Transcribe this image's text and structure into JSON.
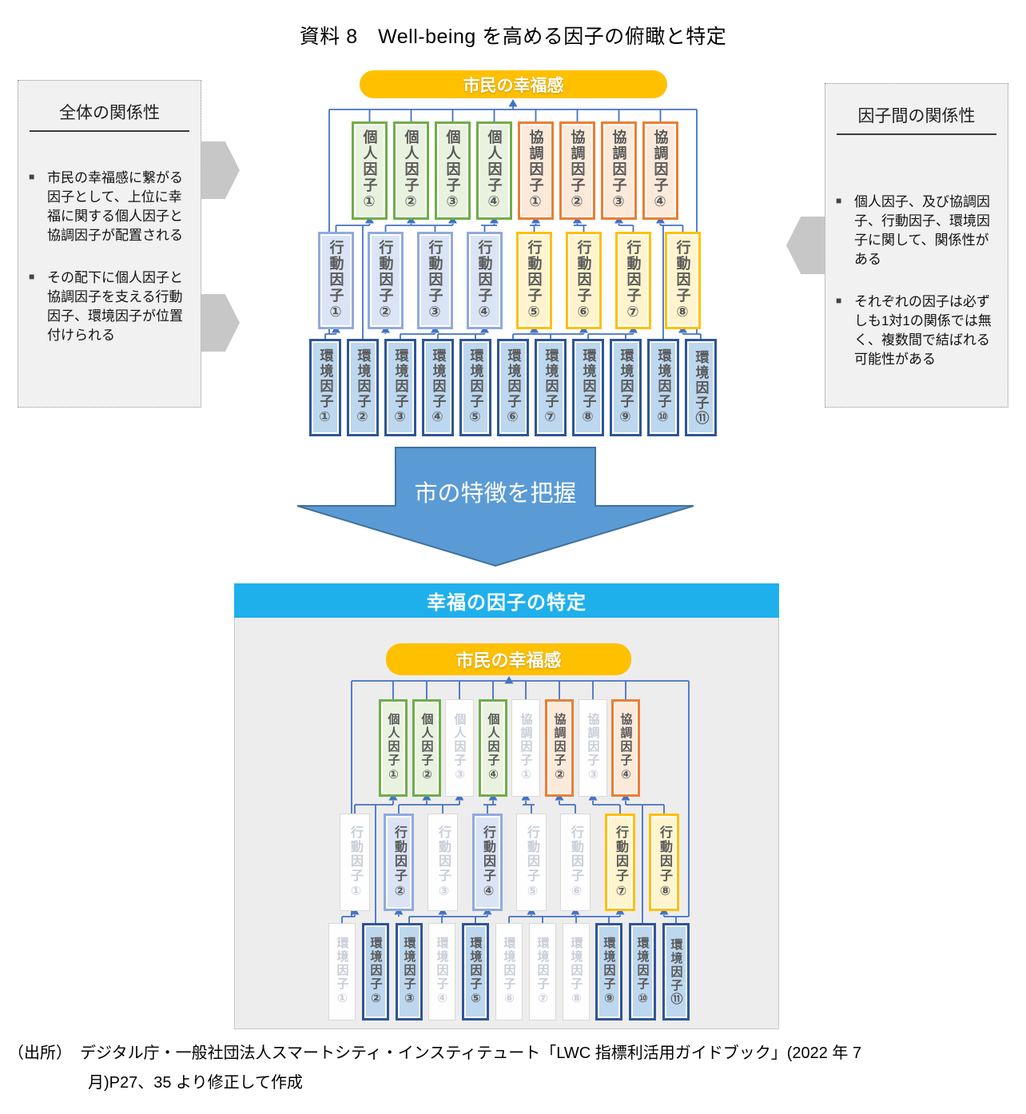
{
  "title": "資料 8　Well-being を高める因子の俯瞰と特定",
  "left_panel": {
    "title": "全体の関係性",
    "bullets": [
      "市民の幸福感に繋がる因子として、上位に幸福に関する個人因子と協調因子が配置される",
      "その配下に個人因子と協調因子を支える行動因子、環境因子が位置付けられる"
    ]
  },
  "right_panel": {
    "title": "因子間の関係性",
    "bullets": [
      "個人因子、及び協調因子、行動因子、環境因子に関して、関係性がある",
      "それぞれの因子は必ずしも1対1の関係では無く、複数間で結ばれる可能性がある"
    ]
  },
  "top_diagram": {
    "root": "市民の幸福感",
    "factor_row": [
      {
        "label": "個人因子①",
        "type": "personal"
      },
      {
        "label": "個人因子②",
        "type": "personal"
      },
      {
        "label": "個人因子③",
        "type": "personal"
      },
      {
        "label": "個人因子④",
        "type": "personal"
      },
      {
        "label": "協調因子①",
        "type": "cooperative"
      },
      {
        "label": "協調因子②",
        "type": "cooperative"
      },
      {
        "label": "協調因子③",
        "type": "cooperative"
      },
      {
        "label": "協調因子④",
        "type": "cooperative"
      }
    ],
    "behavior_row": [
      {
        "label": "行動因子①",
        "type": "behavior-blue"
      },
      {
        "label": "行動因子②",
        "type": "behavior-blue"
      },
      {
        "label": "行動因子③",
        "type": "behavior-blue"
      },
      {
        "label": "行動因子④",
        "type": "behavior-blue"
      },
      {
        "label": "行動因子⑤",
        "type": "behavior-yellow"
      },
      {
        "label": "行動因子⑥",
        "type": "behavior-yellow"
      },
      {
        "label": "行動因子⑦",
        "type": "behavior-yellow"
      },
      {
        "label": "行動因子⑧",
        "type": "behavior-yellow"
      }
    ],
    "environment_row": [
      {
        "label": "環境因子①",
        "type": "environment"
      },
      {
        "label": "環境因子②",
        "type": "environment"
      },
      {
        "label": "環境因子③",
        "type": "environment"
      },
      {
        "label": "環境因子④",
        "type": "environment"
      },
      {
        "label": "環境因子⑤",
        "type": "environment"
      },
      {
        "label": "環境因子⑥",
        "type": "environment"
      },
      {
        "label": "環境因子⑦",
        "type": "environment"
      },
      {
        "label": "環境因子⑧",
        "type": "environment"
      },
      {
        "label": "環境因子⑨",
        "type": "environment"
      },
      {
        "label": "環境因子⑩",
        "type": "environment"
      },
      {
        "label": "環境因子⑪",
        "type": "environment"
      }
    ]
  },
  "transition_arrow": {
    "label": "市の特徴を把握"
  },
  "bottom_panel": {
    "header": "幸福の因子の特定",
    "root": "市民の幸福感",
    "factor_row": [
      {
        "label": "個人因子①",
        "type": "personal",
        "active": true
      },
      {
        "label": "個人因子②",
        "type": "personal",
        "active": true
      },
      {
        "label": "個人因子③",
        "type": "personal",
        "active": false
      },
      {
        "label": "個人因子④",
        "type": "personal",
        "active": true
      },
      {
        "label": "協調因子①",
        "type": "cooperative",
        "active": false
      },
      {
        "label": "協調因子②",
        "type": "cooperative",
        "active": true
      },
      {
        "label": "協調因子③",
        "type": "cooperative",
        "active": false
      },
      {
        "label": "協調因子④",
        "type": "cooperative",
        "active": true
      }
    ],
    "behavior_row": [
      {
        "label": "行動因子①",
        "type": "behavior-blue",
        "active": false
      },
      {
        "label": "行動因子②",
        "type": "behavior-blue",
        "active": true
      },
      {
        "label": "行動因子③",
        "type": "behavior-blue",
        "active": false
      },
      {
        "label": "行動因子④",
        "type": "behavior-blue",
        "active": true
      },
      {
        "label": "行動因子⑤",
        "type": "behavior-yellow",
        "active": false
      },
      {
        "label": "行動因子⑥",
        "type": "behavior-yellow",
        "active": false
      },
      {
        "label": "行動因子⑦",
        "type": "behavior-yellow",
        "active": true
      },
      {
        "label": "行動因子⑧",
        "type": "behavior-yellow",
        "active": true
      }
    ],
    "environment_row": [
      {
        "label": "環境因子①",
        "type": "environment",
        "active": false
      },
      {
        "label": "環境因子②",
        "type": "environment",
        "active": true
      },
      {
        "label": "環境因子③",
        "type": "environment",
        "active": true
      },
      {
        "label": "環境因子④",
        "type": "environment",
        "active": false
      },
      {
        "label": "環境因子⑤",
        "type": "environment",
        "active": true
      },
      {
        "label": "環境因子⑥",
        "type": "environment",
        "active": false
      },
      {
        "label": "環境因子⑦",
        "type": "environment",
        "active": false
      },
      {
        "label": "環境因子⑧",
        "type": "environment",
        "active": false
      },
      {
        "label": "環境因子⑨",
        "type": "environment",
        "active": true
      },
      {
        "label": "環境因子⑩",
        "type": "environment",
        "active": true
      },
      {
        "label": "環境因子⑪",
        "type": "environment",
        "active": true
      }
    ]
  },
  "source": {
    "lines": [
      "（出所）　デジタル庁・一般社団法人スマートシティ・インスティテュート「LWC 指標利活用ガイドブック」(2022 年 7",
      "月)P27、35 より修正して作成"
    ]
  },
  "colors": {
    "accent_gold": "#FFC000",
    "header_cyan": "#1FB0EC",
    "connector_blue": "#4472C4",
    "personal_green": "#70AD47",
    "cooperative_orange": "#ED7D31",
    "behavior_blue": "#8FAADC",
    "behavior_yellow": "#FFC000",
    "environment_navy": "#2F5597",
    "transition_arrow_blue": "#5B9BD5"
  }
}
